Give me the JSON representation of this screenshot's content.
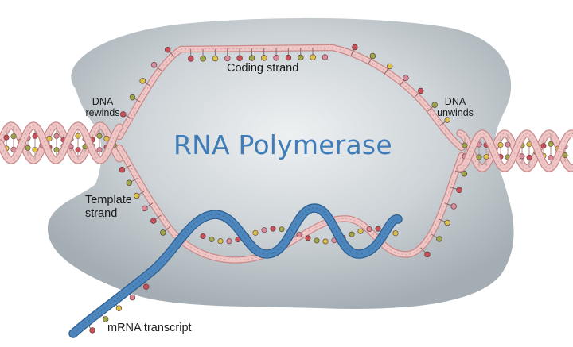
{
  "labels": {
    "title": "RNA Polymerase",
    "coding_strand": "Coding strand",
    "dna_rewinds_line1": "DNA",
    "dna_rewinds_line2": "rewinds",
    "dna_unwinds_line1": "DNA",
    "dna_unwinds_line2": "unwinds",
    "template_strand_line1": "Template",
    "template_strand_line2": "strand",
    "mrna_transcript": "mRNA transcript"
  },
  "colors": {
    "enzyme": "#a9b2b8",
    "enzyme_light": "#e4e8ea",
    "dna_strand": "#efc6c6",
    "dna_strand_edge": "#c98a8a",
    "rna_strand": "#4d86bd",
    "rna_strand_edge": "#2d5f8f",
    "title": "#3f7cb8",
    "base_red": "#c8505a",
    "base_green": "#9aa84a",
    "base_yellow": "#d9c24a",
    "base_pink": "#d98a9a"
  }
}
